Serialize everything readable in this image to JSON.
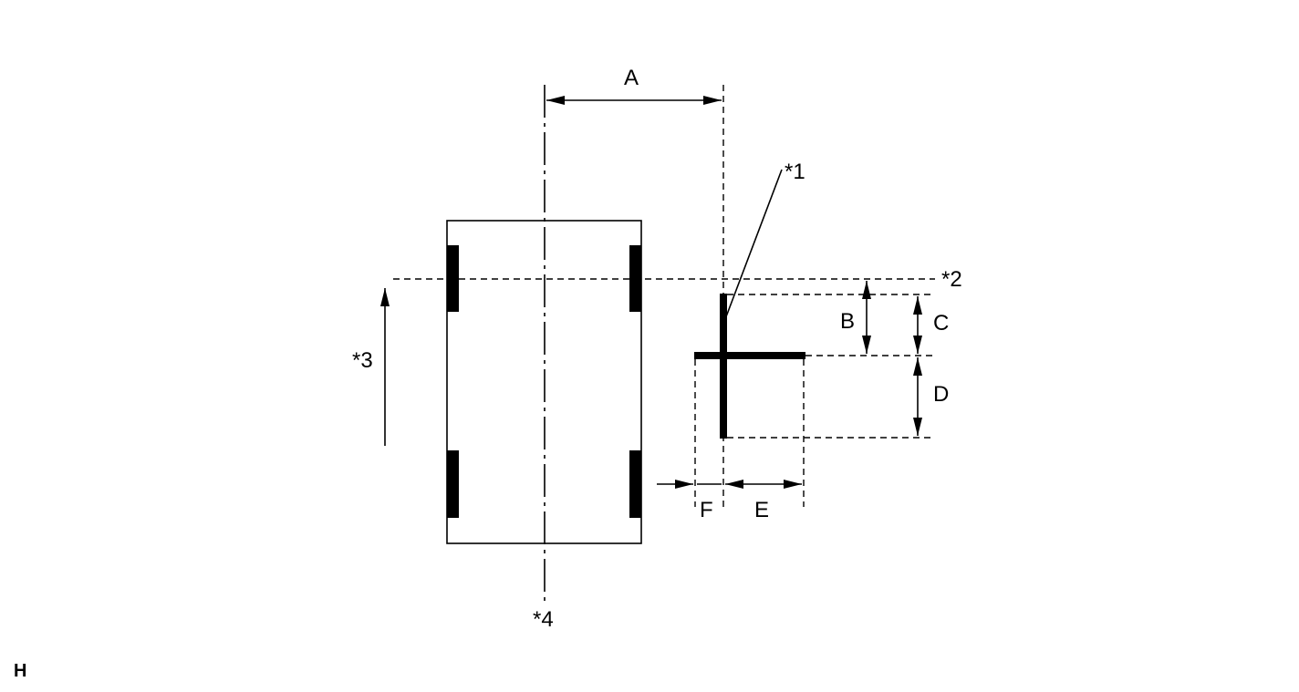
{
  "labels": {
    "A": "A",
    "B": "B",
    "C": "C",
    "D": "D",
    "E": "E",
    "F": "F",
    "callout_1": "*1",
    "callout_2": "*2",
    "callout_3": "*3",
    "callout_4": "*4",
    "corner_code": "H"
  }
}
